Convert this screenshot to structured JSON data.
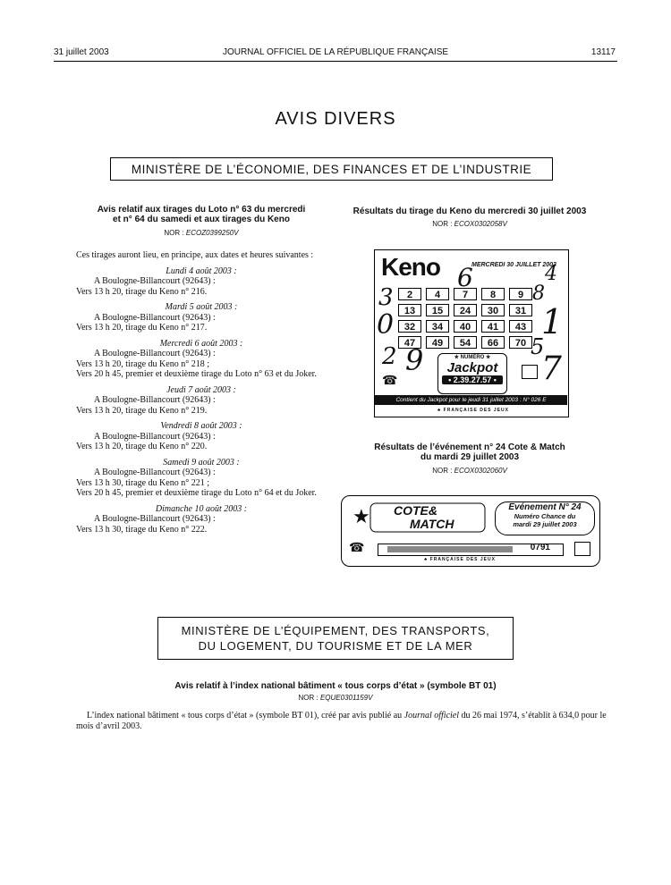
{
  "header": {
    "date": "31 juillet 2003",
    "journal": "JOURNAL OFFICIEL DE LA RÉPUBLIQUE FRANÇAISE",
    "page": "13117"
  },
  "title": "AVIS DIVERS",
  "ministry1": "MINISTÈRE DE L’ÉCONOMIE, DES FINANCES ET DE L’INDUSTRIE",
  "left": {
    "title_line1": "Avis relatif aux tirages du Loto n° 63 du mercredi",
    "title_line2": "et n° 64 du samedi et aux tirages du Keno",
    "nor_label": "NOR :",
    "nor_code": "ECOZ0399250V",
    "intro": "Ces tirages auront lieu, en principe, aux dates et heures suivantes :",
    "days": [
      {
        "day": "Lundi 4 août 2003 :",
        "place": "A Boulogne-Billancourt (92643) :",
        "lines": [
          "Vers 13 h 20, tirage du Keno n° 216."
        ]
      },
      {
        "day": "Mardi 5 août 2003 :",
        "place": "A Boulogne-Billancourt (92643) :",
        "lines": [
          "Vers 13 h 20, tirage du Keno n° 217."
        ]
      },
      {
        "day": "Mercredi 6 août 2003 :",
        "place": "A Boulogne-Billancourt (92643) :",
        "lines": [
          "Vers 13 h 20, tirage du Keno n° 218 ;",
          "Vers 20 h 45, premier et deuxième tirage du Loto n° 63 et du Joker."
        ]
      },
      {
        "day": "Jeudi 7 août 2003 :",
        "place": "A Boulogne-Billancourt (92643) :",
        "lines": [
          "Vers 13 h 20, tirage du Keno n° 219."
        ]
      },
      {
        "day": "Vendredi 8 août 2003 :",
        "place": "A Boulogne-Billancourt (92643) :",
        "lines": [
          "Vers 13 h 20, tirage du Keno n° 220."
        ]
      },
      {
        "day": "Samedi 9 août 2003 :",
        "place": "A Boulogne-Billancourt (92643) :",
        "lines": [
          "Vers 13 h 30, tirage du Keno n° 221 ;",
          "Vers 20 h 45, premier et deuxième tirage du Loto n° 64 et du Joker."
        ]
      },
      {
        "day": "Dimanche 10 août 2003 :",
        "place": "A Boulogne-Billancourt (92643) :",
        "lines": [
          "Vers 13 h 30, tirage du Keno n° 222."
        ]
      }
    ]
  },
  "right": {
    "keno_title": "Résultats du tirage du Keno du mercredi 30 juillet 2003",
    "keno_nor_label": "NOR :",
    "keno_nor_code": "ECOX0302058V",
    "keno": {
      "logo": "Keno",
      "date": "MERCREDI 30 JUILLET 2003",
      "numbers": [
        [
          2,
          4,
          7,
          8,
          9
        ],
        [
          13,
          15,
          24,
          30,
          31
        ],
        [
          32,
          34,
          40,
          41,
          43
        ],
        [
          47,
          49,
          54,
          66,
          70
        ]
      ],
      "jackpot_label": "★ NUMÉRO ★",
      "jackpot_word": "Jackpot",
      "jackpot_number": "• 2.39.27.57 •",
      "bar": "Contient du Jackpot pour le jeudi 31 juillet 2003 : N° 026 E",
      "fdj": "FRANÇAISE DES JEUX"
    },
    "cm_title_line1": "Résultats de l’événement n° 24 Cote & Match",
    "cm_title_line2": "du mardi 29 juillet 2003",
    "cm_nor_label": "NOR :",
    "cm_nor_code": "ECOX0302060V",
    "cote_match": {
      "logo_line1": "COTE&",
      "logo_line2": "MATCH",
      "event": "Evénement N° 24",
      "chance": "Numéro Chance du",
      "date": "mardi 29 juillet 2003",
      "number": "0791",
      "fdj": "FRANÇAISE DES JEUX"
    }
  },
  "ministry2_line1": "MINISTÈRE DE L’ÉQUIPEMENT, DES TRANSPORTS,",
  "ministry2_line2": "DU LOGEMENT, DU TOURISME ET DE LA MER",
  "bt": {
    "title": "Avis relatif à l’index national bâtiment « tous corps d’état » (symbole BT 01)",
    "nor_label": "NOR :",
    "nor_code": "EQUE0301159V",
    "text_part1": "L’index national bâtiment « tous corps d’état » (symbole BT 01), créé par avis publié au",
    "text_journal": "Journal officiel",
    "text_part2": "du 26 mai 1974, s’établit à 634,0 pour le mois d’avril 2003."
  }
}
